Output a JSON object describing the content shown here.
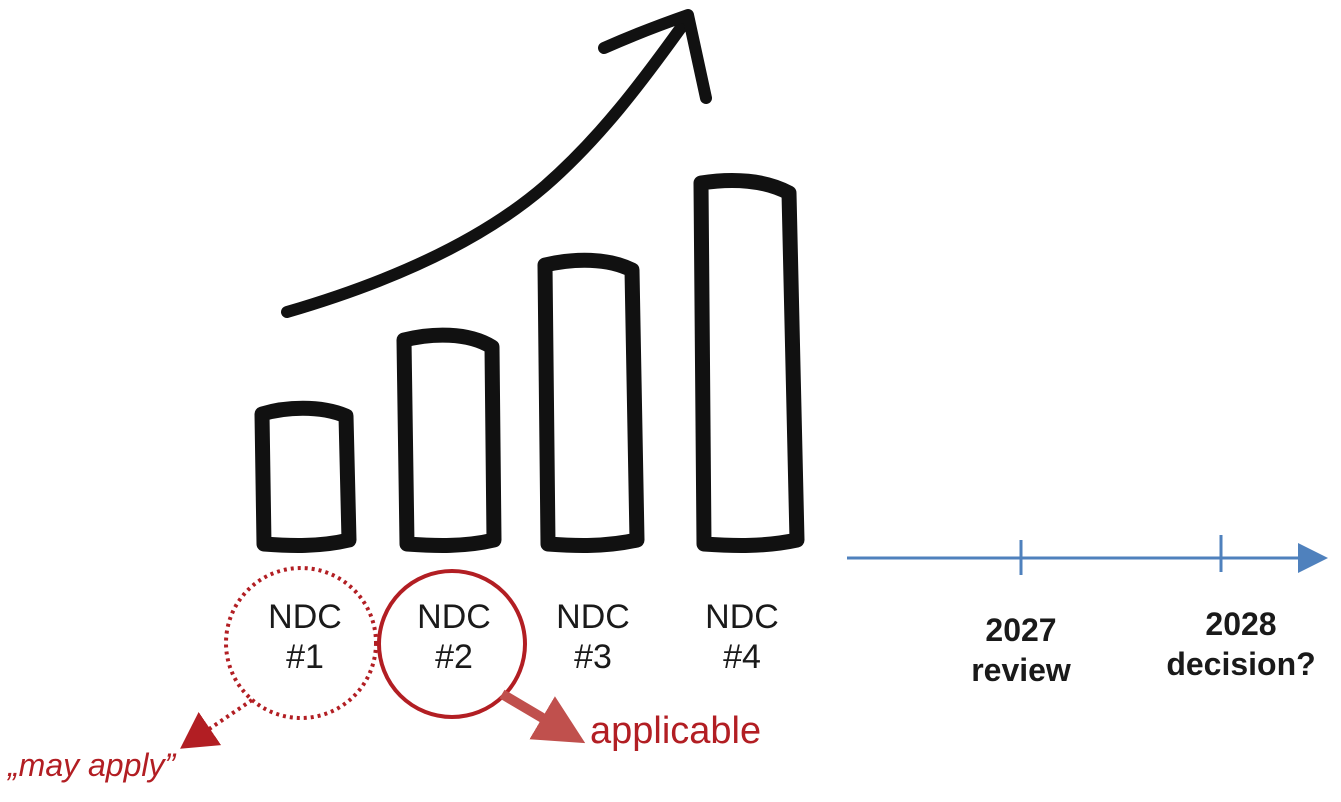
{
  "bars": [
    {
      "label_line1": "NDC",
      "label_line2": "#1"
    },
    {
      "label_line1": "NDC",
      "label_line2": "#2"
    },
    {
      "label_line1": "NDC",
      "label_line2": "#3"
    },
    {
      "label_line1": "NDC",
      "label_line2": "#4"
    }
  ],
  "annotations": {
    "may_apply": "„may apply”",
    "applicable": "applicable"
  },
  "timeline": {
    "ticks": [
      {
        "year": "2027",
        "caption": "review"
      },
      {
        "year": "2028",
        "caption": "decision?"
      }
    ]
  },
  "colors": {
    "ink": "#111111",
    "annotation": "#b21e23",
    "arrow_red": "#c0504d",
    "timeline": "#4f81bd"
  }
}
